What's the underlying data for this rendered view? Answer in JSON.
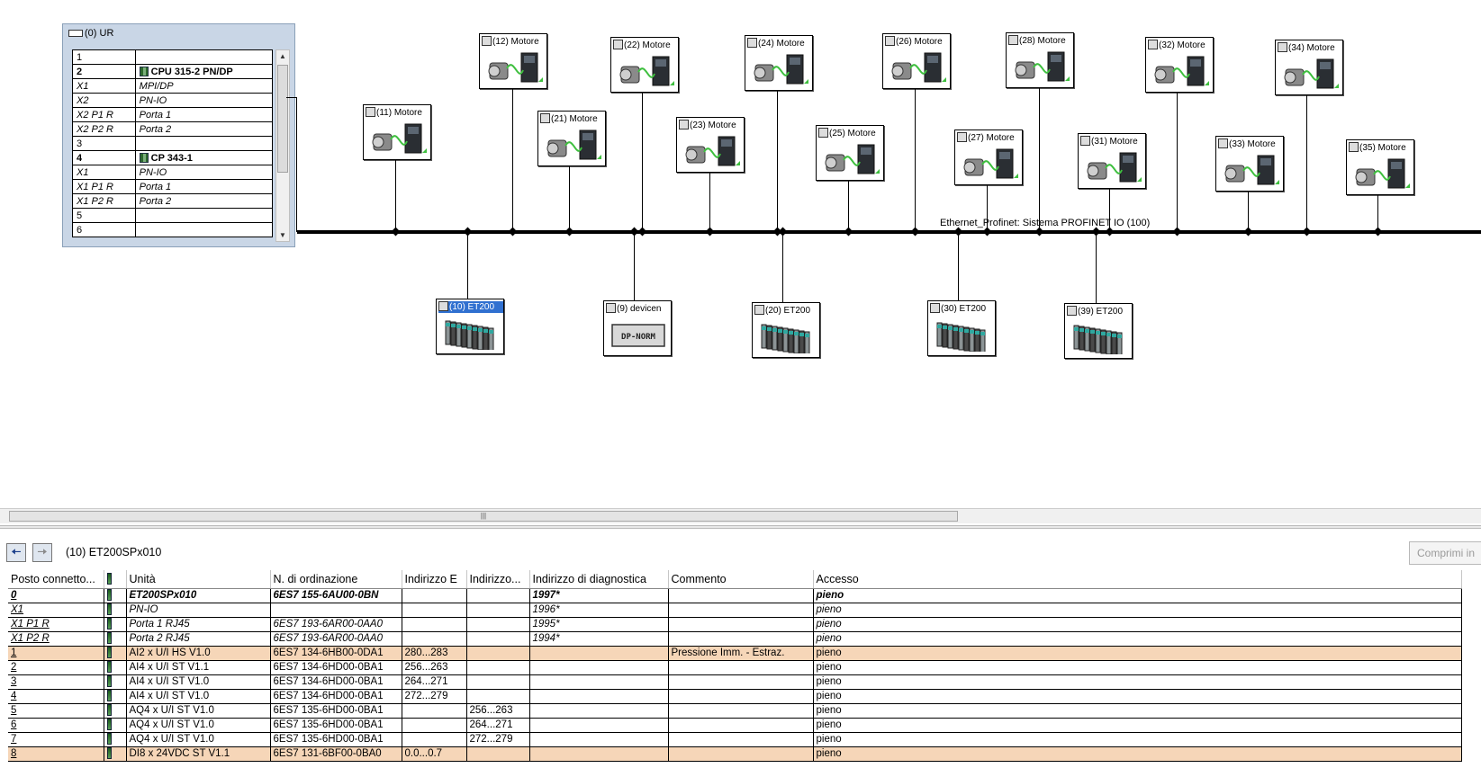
{
  "rack": {
    "title": "(0) UR",
    "rows": [
      {
        "slot": "1",
        "name": "",
        "style": "",
        "icon": false
      },
      {
        "slot": "2",
        "name": "CPU 315-2 PN/DP",
        "style": "bold",
        "icon": true
      },
      {
        "slot": "X1",
        "name": "MPI/DP",
        "style": "ital",
        "icon": false
      },
      {
        "slot": "X2",
        "name": "PN-IO",
        "style": "ital",
        "icon": false
      },
      {
        "slot": "X2 P1 R",
        "name": "Porta 1",
        "style": "ital",
        "icon": false
      },
      {
        "slot": "X2 P2 R",
        "name": "Porta 2",
        "style": "ital",
        "icon": false
      },
      {
        "slot": "3",
        "name": "",
        "style": "",
        "icon": false
      },
      {
        "slot": "4",
        "name": "CP 343-1",
        "style": "bold",
        "icon": true
      },
      {
        "slot": "X1",
        "name": "PN-IO",
        "style": "ital",
        "icon": false
      },
      {
        "slot": "X1 P1 R",
        "name": "Porta 1",
        "style": "ital",
        "icon": false
      },
      {
        "slot": "X1 P2 R",
        "name": "Porta 2",
        "style": "ital",
        "icon": false
      },
      {
        "slot": "5",
        "name": "",
        "style": "",
        "icon": false
      },
      {
        "slot": "6",
        "name": "",
        "style": "",
        "icon": false
      }
    ]
  },
  "network": {
    "bus_label": "Ethernet_Profinet: Sistema PROFINET IO (100)",
    "devices": [
      {
        "label": "(11) Motore",
        "kind": "drive",
        "selected": false
      },
      {
        "label": "(12) Motore",
        "kind": "drive",
        "selected": false
      },
      {
        "label": "(21) Motore",
        "kind": "drive",
        "selected": false
      },
      {
        "label": "(22) Motore",
        "kind": "drive",
        "selected": false
      },
      {
        "label": "(23) Motore",
        "kind": "drive",
        "selected": false
      },
      {
        "label": "(24) Motore",
        "kind": "drive",
        "selected": false
      },
      {
        "label": "(25) Motore",
        "kind": "drive",
        "selected": false
      },
      {
        "label": "(26) Motore",
        "kind": "drive",
        "selected": false
      },
      {
        "label": "(27) Motore",
        "kind": "drive",
        "selected": false
      },
      {
        "label": "(28) Motore",
        "kind": "drive",
        "selected": false
      },
      {
        "label": "(31) Motore",
        "kind": "drive",
        "selected": false
      },
      {
        "label": "(32) Motore",
        "kind": "drive",
        "selected": false
      },
      {
        "label": "(33) Motore",
        "kind": "drive",
        "selected": false
      },
      {
        "label": "(34) Motore",
        "kind": "drive",
        "selected": false
      },
      {
        "label": "(35) Motore",
        "kind": "drive",
        "selected": false
      },
      {
        "label": "(10) ET200",
        "kind": "et200",
        "selected": true
      },
      {
        "label": "(9) devicen",
        "kind": "dp",
        "selected": false,
        "text": "DP-NORM"
      },
      {
        "label": "(20) ET200",
        "kind": "et200",
        "selected": false
      },
      {
        "label": "(30) ET200",
        "kind": "et200",
        "selected": false
      },
      {
        "label": "(39) ET200",
        "kind": "et200",
        "selected": false
      }
    ]
  },
  "detail": {
    "station": "(10)   ET200SPx010",
    "compress_label": "Comprimi in",
    "columns": [
      "Posto connetto...",
      "",
      "Unità",
      "N. di ordinazione",
      "Indirizzo E",
      "Indirizzo...",
      "Indirizzo di diagnostica",
      "Commento",
      "Accesso"
    ],
    "rows": [
      {
        "slot": "0",
        "unit": "ET200SPx010",
        "order": "6ES7 155-6AU00-0BN",
        "ie": "",
        "ia": "",
        "diag": "1997*",
        "comment": "",
        "access": "pieno",
        "style": "bold"
      },
      {
        "slot": "X1",
        "unit": "PN-IO",
        "order": "",
        "ie": "",
        "ia": "",
        "diag": "1996*",
        "comment": "",
        "access": "pieno",
        "style": "ital"
      },
      {
        "slot": "X1 P1 R",
        "unit": "Porta 1 RJ45",
        "order": "6ES7 193-6AR00-0AA0",
        "ie": "",
        "ia": "",
        "diag": "1995*",
        "comment": "",
        "access": "pieno",
        "style": "ital"
      },
      {
        "slot": "X1 P2 R",
        "unit": "Porta 2 RJ45",
        "order": "6ES7 193-6AR00-0AA0",
        "ie": "",
        "ia": "",
        "diag": "1994*",
        "comment": "",
        "access": "pieno",
        "style": "ital"
      },
      {
        "slot": "1",
        "unit": "AI2 x U/I HS V1.0",
        "order": "6ES7 134-6HB00-0DA1",
        "ie": "280...283",
        "ia": "",
        "diag": "",
        "comment": "Pressione Imm. - Estraz.",
        "access": "pieno",
        "style": "hl"
      },
      {
        "slot": "2",
        "unit": "AI4 x U/I ST V1.1",
        "order": "6ES7 134-6HD00-0BA1",
        "ie": "256...263",
        "ia": "",
        "diag": "",
        "comment": "",
        "access": "pieno",
        "style": ""
      },
      {
        "slot": "3",
        "unit": "AI4 x U/I ST V1.0",
        "order": "6ES7 134-6HD00-0BA1",
        "ie": "264...271",
        "ia": "",
        "diag": "",
        "comment": "",
        "access": "pieno",
        "style": ""
      },
      {
        "slot": "4",
        "unit": "AI4 x U/I ST V1.0",
        "order": "6ES7 134-6HD00-0BA1",
        "ie": "272...279",
        "ia": "",
        "diag": "",
        "comment": "",
        "access": "pieno",
        "style": ""
      },
      {
        "slot": "5",
        "unit": "AQ4 x U/I ST V1.0",
        "order": "6ES7 135-6HD00-0BA1",
        "ie": "",
        "ia": "256...263",
        "diag": "",
        "comment": "",
        "access": "pieno",
        "style": ""
      },
      {
        "slot": "6",
        "unit": "AQ4 x U/I ST V1.0",
        "order": "6ES7 135-6HD00-0BA1",
        "ie": "",
        "ia": "264...271",
        "diag": "",
        "comment": "",
        "access": "pieno",
        "style": ""
      },
      {
        "slot": "7",
        "unit": "AQ4 x U/I ST V1.0",
        "order": "6ES7 135-6HD00-0BA1",
        "ie": "",
        "ia": "272...279",
        "diag": "",
        "comment": "",
        "access": "pieno",
        "style": ""
      },
      {
        "slot": "8",
        "unit": "DI8 x 24VDC ST V1.1",
        "order": "6ES7 131-6BF00-0BA0",
        "ie": "0.0...0.7",
        "ia": "",
        "diag": "",
        "comment": "",
        "access": "pieno",
        "style": "hl"
      }
    ]
  }
}
